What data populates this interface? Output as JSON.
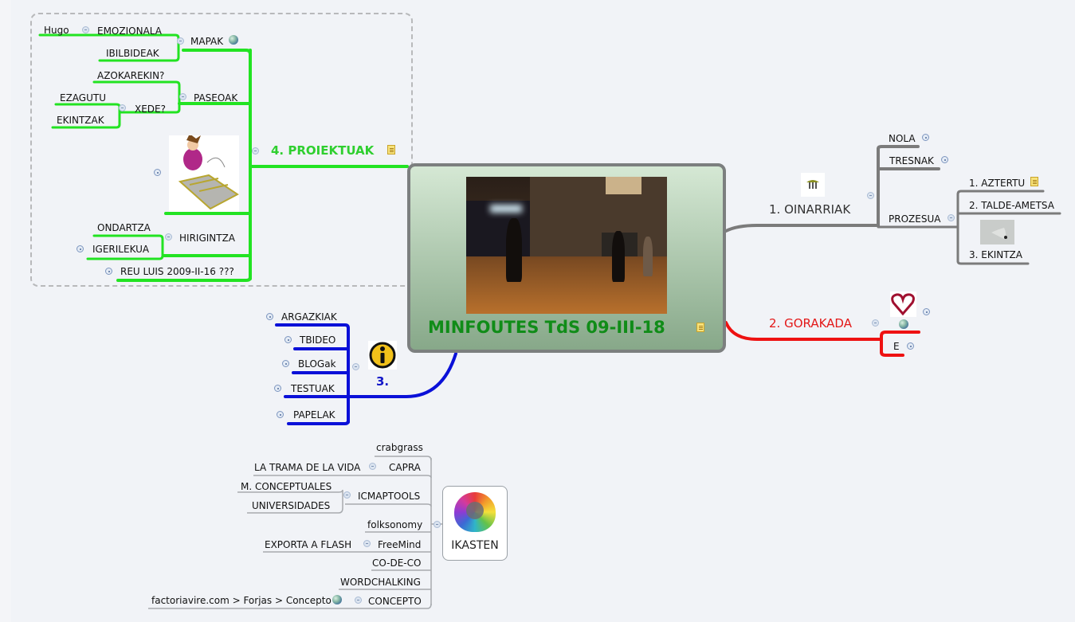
{
  "central": {
    "title": "MINFOUTES TdS 09-III-18",
    "image": "night-plaza-photo",
    "has_note": true
  },
  "branches": {
    "proiektuak": {
      "label": "4. PROIEKTUAK",
      "color": "#22e322",
      "children": {
        "mapak": {
          "label": "MAPAK",
          "children": {
            "emozionala": "EMOZIONALA",
            "hugo": "Hugo",
            "ibilbideak": "IBILBIDEAK"
          }
        },
        "paseoak": {
          "label": "PASEOAK",
          "children": {
            "azokarekin": "AZOKAREKIN?",
            "xede": "XEDE?",
            "ezagutu": "EZAGUTU",
            "ekintzak": "EKINTZAK"
          }
        },
        "image_node": "hopscotch-image",
        "hirigintza": {
          "label": "HIRIGINTZA",
          "children": {
            "ondartza": "ONDARTZA",
            "igerilekua": "IGERILEKUA"
          }
        },
        "reu": "REU LUIS 2009-II-16 ???"
      }
    },
    "oinarriak": {
      "label": "1. OINARRIAK",
      "color": "#7b7b7b",
      "children": {
        "nola": "NOLA",
        "tresnak": "TRESNAK",
        "prozesua": {
          "label": "PROZESUA",
          "children": {
            "aztertu": "1. AZTERTU",
            "talde": "2. TALDE-AMETSA",
            "ekintza": "3. EKINTZA"
          }
        }
      }
    },
    "gorakada": {
      "label": "2.  GORAKADA",
      "color": "#ee1111",
      "children": {
        "e": "E"
      }
    },
    "three": {
      "label": "3.",
      "color": "#0a10d8",
      "children": [
        "ARGAZKIAK",
        "TBIDEO",
        "BLOGak",
        "TESTUAK",
        "PAPELAK"
      ]
    },
    "ikasten": {
      "label": "IKASTEN",
      "children": {
        "crabgrass": "crabgrass",
        "capra": "CAPRA",
        "trama": "LA TRAMA DE LA VIDA",
        "icmaptools": "ICMAPTOOLS",
        "conceptuales": "M. CONCEPTUALES",
        "universidades": "UNIVERSIDADES",
        "folksonomy": "folksonomy",
        "freemind": "FreeMind",
        "exporta": "EXPORTA A FLASH",
        "codeco": "CO-DE-CO",
        "wordchalking": "WORDCHALKING",
        "concepto": "CONCEPTO",
        "factoria": "factoriavire.com > Forjas > Concepto"
      }
    }
  }
}
